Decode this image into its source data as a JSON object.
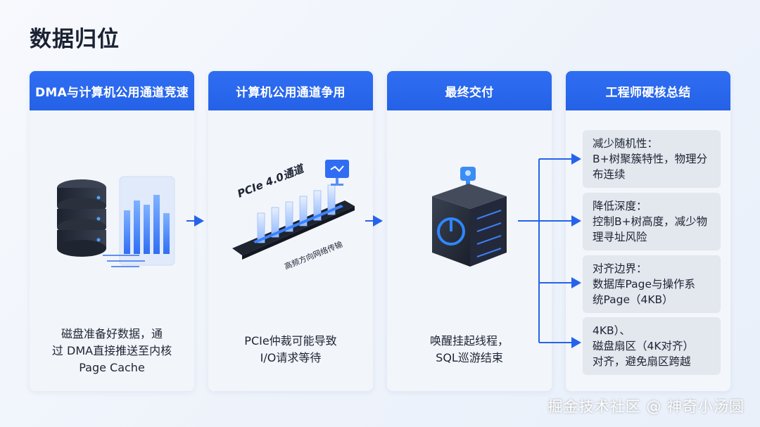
{
  "title": "数据归位",
  "cards": [
    {
      "header": "DMA与计算机公用通道竞速",
      "text_lines": [
        "磁盘准备好数据，通",
        "过  DMA直接推送至内核",
        "Page Cache"
      ]
    },
    {
      "header": "计算机公用通道争用",
      "text_lines": [
        "PCIe仲裁可能导致",
        "I/O请求等待"
      ],
      "illus_label_1": "PCIe 4.0通道",
      "illus_label_2": "高频方向网络传输"
    },
    {
      "header": "最终交付",
      "text_lines": [
        "唤醒挂起线程，",
        "SQL巡游结束"
      ]
    },
    {
      "header": "工程师硬核总结"
    }
  ],
  "summary": [
    {
      "lines": [
        "减少随机性：",
        "B+树聚簇特性，物理分",
        "布连续"
      ]
    },
    {
      "lines": [
        "降低深度：",
        "控制B+树高度，减少物",
        "理寻址风险"
      ]
    },
    {
      "lines": [
        "对齐边界：",
        "数据库Page与操作系",
        "统Page（4KB）"
      ]
    },
    {
      "lines": [
        "4KB）、",
        "磁盘扇区（4K对齐）",
        "对齐，避免扇区跨越"
      ]
    }
  ],
  "watermark": "掘金技术社区 @ 神奇小汤圆",
  "colors": {
    "accent": "#2563eb",
    "header_bg": "#2a67ee",
    "card_bg": "#f2f5fa",
    "summary_bg": "#e3e7ee"
  }
}
